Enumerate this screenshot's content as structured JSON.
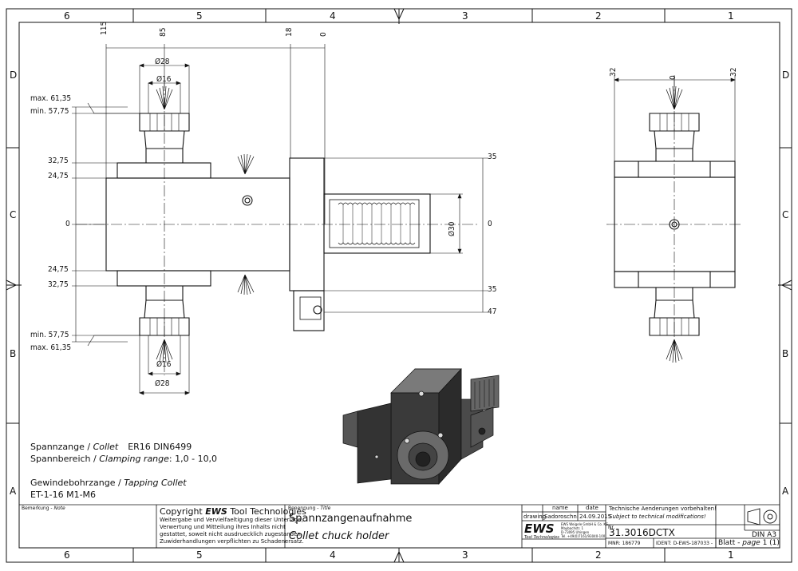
{
  "border": {
    "columns": [
      "6",
      "5",
      "4",
      "3",
      "2",
      "1"
    ],
    "rows": [
      "D",
      "C",
      "B",
      "A"
    ]
  },
  "front_view": {
    "top_dims": [
      "115",
      "85",
      "18",
      "0"
    ],
    "dia_top": [
      "Ø28",
      "Ø16"
    ],
    "dia_bottom": [
      "Ø16",
      "Ø28"
    ],
    "left_dims_top": [
      "max. 61,35",
      "min. 57,75",
      "32,75",
      "24,75"
    ],
    "zero": "0",
    "left_dims_bottom": [
      "24,75",
      "32,75",
      "min. 57,75",
      "max. 61,35"
    ],
    "right_dims": [
      "35",
      "0",
      "35",
      "47"
    ],
    "shank_dia": "Ø30"
  },
  "side_view": {
    "top_dims": [
      "32",
      "0",
      "32"
    ]
  },
  "notes": {
    "line1_de": "Spannzange / ",
    "line1_en": "Collet",
    "line1_val": "ER16   DIN6499",
    "line2_de": "Spannbereich / ",
    "line2_en": "Clamping range",
    "line2_val": ": 1,0 - 10,0",
    "line3_de": "Gewindebohrzange / ",
    "line3_en": "Tapping Collet",
    "line4": "ET-1-16   M1-M6"
  },
  "title_block": {
    "remark_label": "Bemerkung - ",
    "remark_label_en": "Note",
    "copyright_prefix": "Copyright ",
    "copyright_brand": "EWS",
    "copyright_suffix": " Tool Technologies",
    "copyright_text": [
      "Weitergabe und Vervielfaeltigung dieser Unterlage,",
      "Verwertung und Mitteilung ihres Inhalts nicht",
      "gestattet, soweit nicht ausdruecklich zugestanden.",
      "Zuwiderhandlungen verpflichten zu Schadenersatz."
    ],
    "title_label": "Benennung - ",
    "title_label_en": "Title",
    "title_de": "Spannzangenaufnahme",
    "title_en": "Collet chuck holder",
    "col_name": "name",
    "col_date": "date",
    "row_drawing": "drawing",
    "drawing_name": "Sadoroschni",
    "drawing_date": "24.09.2015",
    "logo": "EWS",
    "logo_sub": "Tool Technologies",
    "company_lines": [
      "EWS Weigele GmbH & Co. KG",
      "Maybachstr. 1",
      "D-73095 Uhingen",
      "Tel. +49(0)7161/93040-100"
    ],
    "change_note_de": "Technische Aenderungen vorbehalten!",
    "change_note_en": "Subject to technical modifications!",
    "nr_label": "Nr.",
    "part_no": "31.3016DCTX",
    "mnr": "MNR: 186779",
    "ident": "IDENT: D-EWS-187033 -",
    "sheet_label": "Blatt - ",
    "sheet_label_en": "page",
    "sheet_no": "1 (1)",
    "format": "DIN A3"
  },
  "colors": {
    "line": "#111111",
    "iso_dark": "#2b2b2b",
    "iso_mid": "#4a4a4a"
  }
}
